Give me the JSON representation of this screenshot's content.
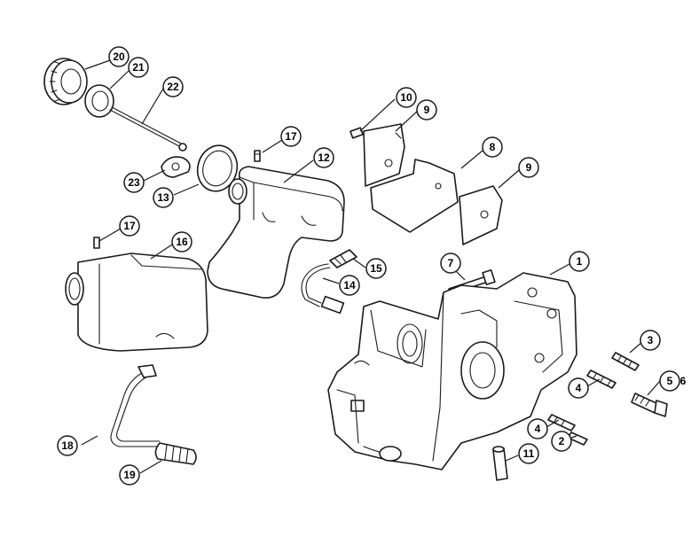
{
  "callouts": [
    {
      "label": "20"
    },
    {
      "label": "21"
    },
    {
      "label": "22"
    },
    {
      "label": "10"
    },
    {
      "label": "9"
    },
    {
      "label": "17"
    },
    {
      "label": "12"
    },
    {
      "label": "8"
    },
    {
      "label": "9"
    },
    {
      "label": "23"
    },
    {
      "label": "13"
    },
    {
      "label": "17"
    },
    {
      "label": "16"
    },
    {
      "label": "15"
    },
    {
      "label": "7"
    },
    {
      "label": "1"
    },
    {
      "label": "14"
    },
    {
      "label": "3"
    },
    {
      "label": "5"
    },
    {
      "label": "4"
    },
    {
      "label": "4"
    },
    {
      "label": "2"
    },
    {
      "label": "18"
    },
    {
      "label": "11"
    },
    {
      "label": "19"
    }
  ],
  "extra_label": "6"
}
